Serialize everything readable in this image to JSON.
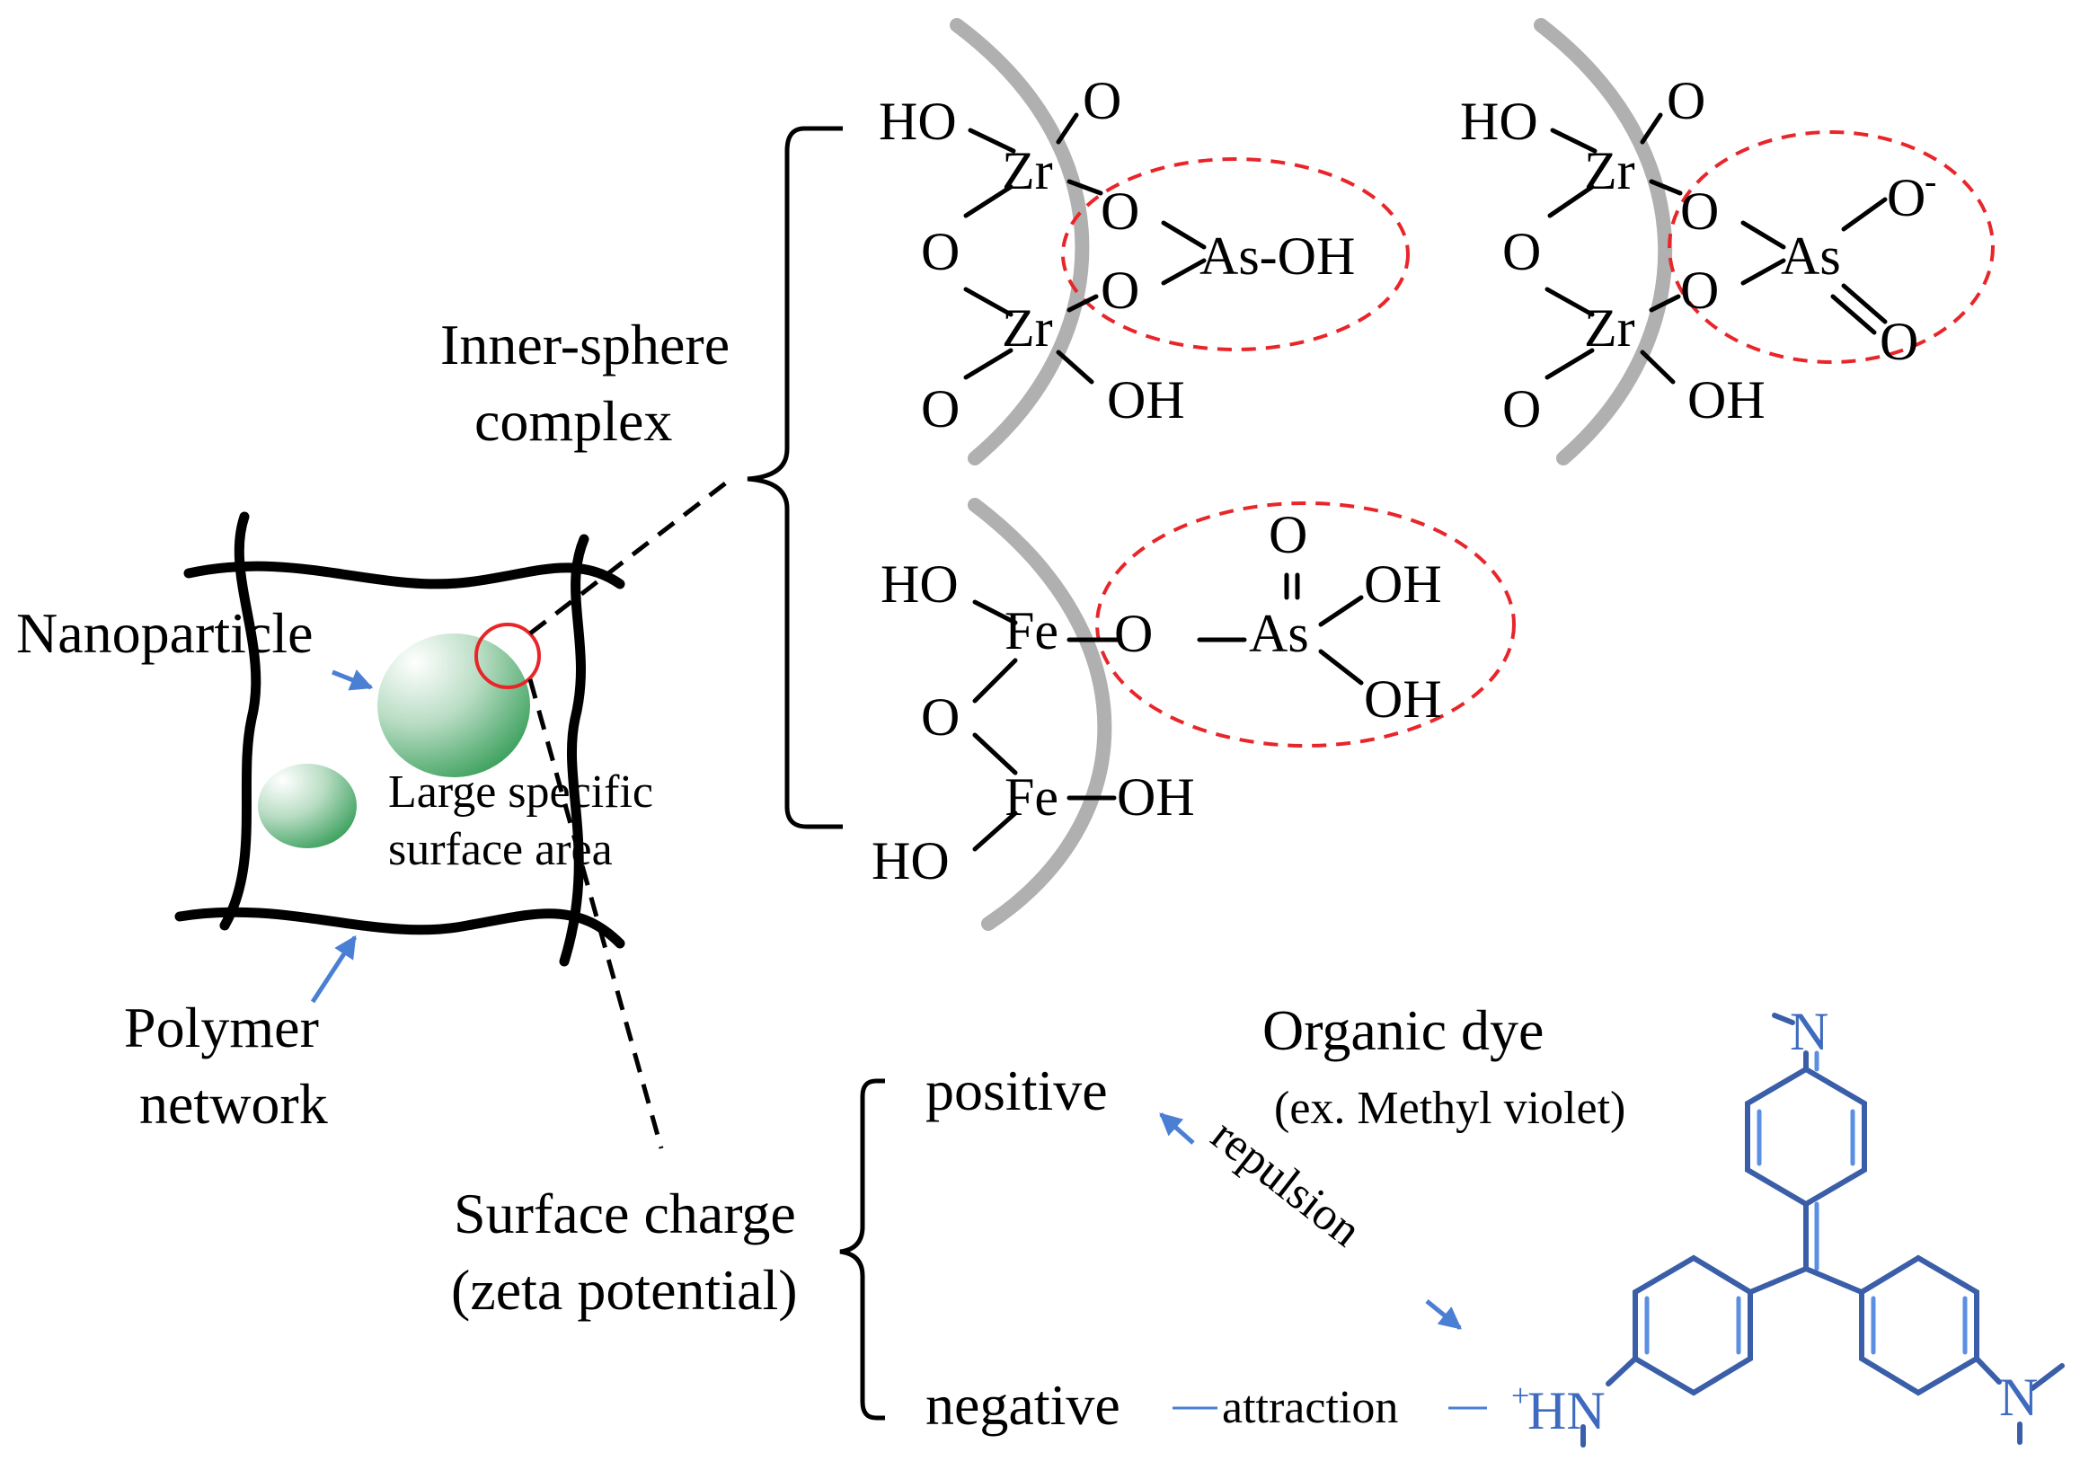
{
  "labels": {
    "inner_sphere_line1": "Inner-sphere",
    "inner_sphere_line2": "complex",
    "nanoparticle": "Nanoparticle",
    "large_specific_line1": "Large specific",
    "large_specific_line2": "surface area",
    "polymer_line1": "Polymer",
    "polymer_line2": "network",
    "surface_charge_line1": "Surface charge",
    "surface_charge_line2": "(zeta potential)",
    "positive": "positive",
    "negative": "negative",
    "repulsion": "repulsion",
    "attraction": "attraction",
    "organic_dye_line1": "Organic dye",
    "organic_dye_line2": "(ex. Methyl violet)"
  },
  "complex1": {
    "ho": "HO",
    "o_top": "O",
    "zr1": "Zr",
    "o1": "O",
    "o_left": "O",
    "as": "As-OH",
    "o2": "O",
    "zr2": "Zr",
    "o_bottom": "O",
    "oh": "OH"
  },
  "complex2": {
    "ho": "HO",
    "o_top": "O",
    "zr1": "Zr",
    "o1": "O",
    "o_left": "O",
    "as": "As",
    "o_minus": "O",
    "minus": "-",
    "o2": "O",
    "o_dbl": "O",
    "zr2": "Zr",
    "o_bottom": "O",
    "oh": "OH"
  },
  "complex3": {
    "ho_top": "HO",
    "fe1": "Fe",
    "o_bridge": "O",
    "as": "As",
    "o_top": "O",
    "oh_upper": "OH",
    "oh_lower": "OH",
    "o_left": "O",
    "fe2": "Fe",
    "oh_fe2": "OH",
    "ho_bottom": "HO"
  },
  "dye": {
    "n_top": "N",
    "hn": "HN",
    "plus": "+",
    "n_right": "N"
  },
  "colors": {
    "red_dashed": "#e8262a",
    "surface_gray": "#b0b0b0",
    "nanoparticle_green": "#2e9a52",
    "dye_blue": "#3a5ea8",
    "arrow_blue": "#4a7fd4"
  }
}
